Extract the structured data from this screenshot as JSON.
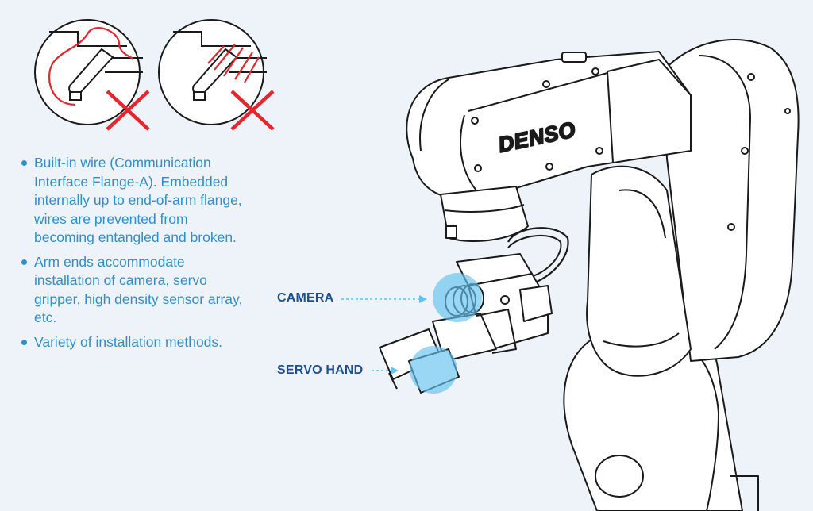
{
  "bullets": [
    "Built-in wire (Communication Interface Flange-A). Embedded internally up to end-of-arm flange, wires are prevented from becoming entangled and broken.",
    "Arm ends accommodate installation of camera, servo gripper, high density sensor array, etc.",
    "Variety of installation methods."
  ],
  "callouts": {
    "camera": "CAMERA",
    "servo_hand": "SERVO HAND"
  },
  "brand": "DENSO",
  "icons": [
    "external-wire-cross-icon",
    "tangled-wire-cross-icon"
  ],
  "colors": {
    "background": "#eef3f9",
    "text_blue": "#2e8fce",
    "label_navy": "#1d4f91",
    "highlight_blue": "#62c2ee",
    "cross_red": "#e8242c",
    "line": "#1a1a1a"
  }
}
